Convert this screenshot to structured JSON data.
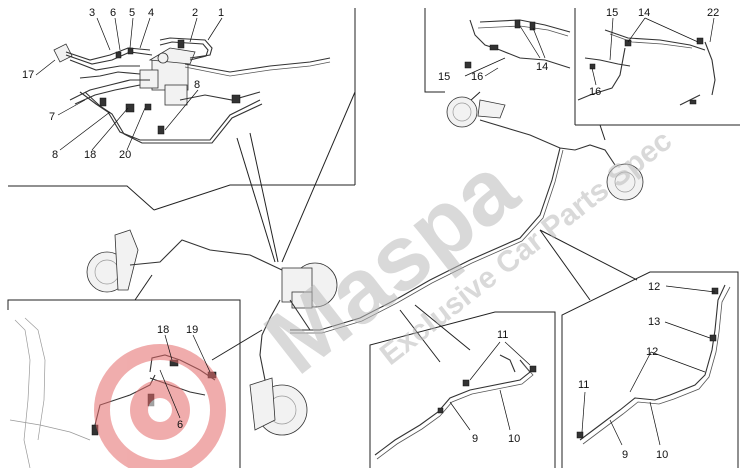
{
  "watermark": {
    "brand": "Maspa",
    "tagline": "Exclusive Car Parts Spec",
    "color": "#b9b9b9",
    "logo_color": "#e46a6a"
  },
  "callouts": {
    "c1": "1",
    "c2": "2",
    "c3": "3",
    "c4": "4",
    "c5": "5",
    "c6": "6",
    "c7": "7",
    "c8a": "8",
    "c8b": "8",
    "c17": "17",
    "c18a": "18",
    "c20": "20",
    "c14a": "14",
    "c15a": "15",
    "c16a": "16",
    "c15b": "15",
    "c14b": "14",
    "c22": "22",
    "c16b": "16",
    "c18b": "18",
    "c19": "19",
    "c6b": "6",
    "c11a": "11",
    "c9a": "9",
    "c10a": "10",
    "c12a": "12",
    "c13": "13",
    "c12b": "12",
    "c11b": "11",
    "c9b": "9",
    "c10b": "10"
  }
}
